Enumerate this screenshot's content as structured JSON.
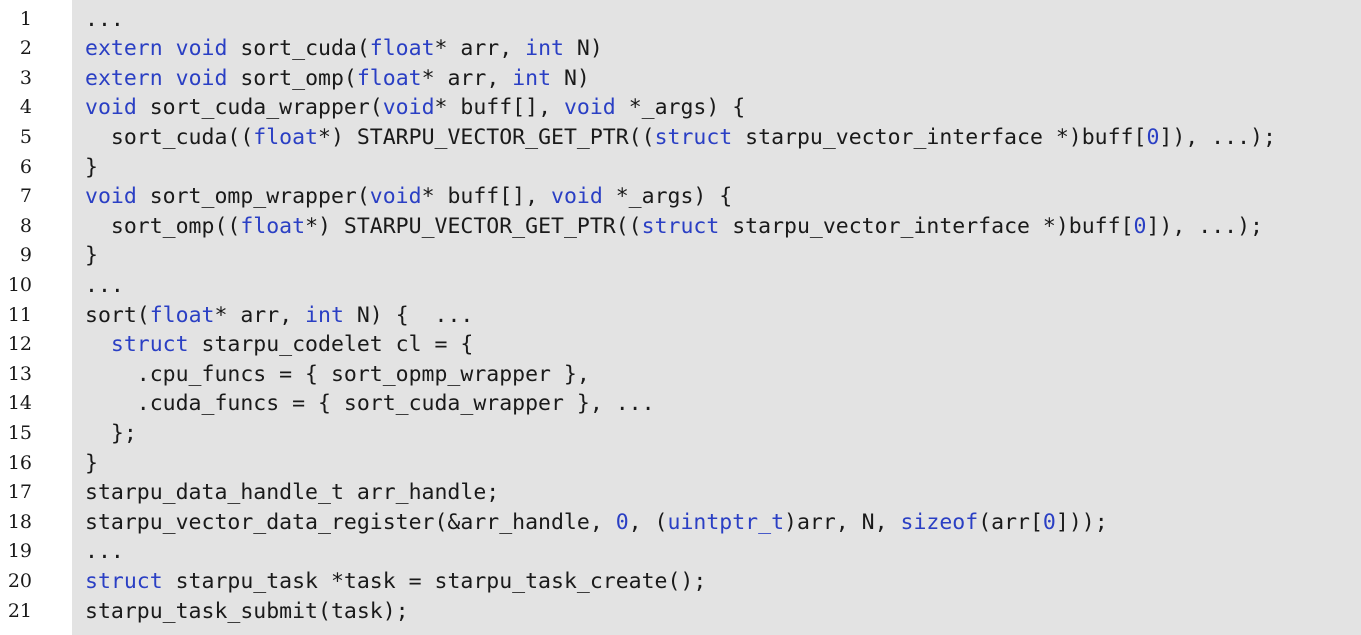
{
  "colors": {
    "keyword": "#2a3fc4",
    "plain": "#1a1a1a",
    "background": "#e3e3e3"
  },
  "lines": [
    {
      "num": "1",
      "tokens": [
        {
          "t": "..."
        }
      ]
    },
    {
      "num": "2",
      "tokens": [
        {
          "t": "extern",
          "k": true
        },
        {
          "t": " "
        },
        {
          "t": "void",
          "k": true
        },
        {
          "t": " sort_cuda("
        },
        {
          "t": "float",
          "k": true
        },
        {
          "t": "* arr, "
        },
        {
          "t": "int",
          "k": true
        },
        {
          "t": " N)"
        }
      ]
    },
    {
      "num": "3",
      "tokens": [
        {
          "t": "extern",
          "k": true
        },
        {
          "t": " "
        },
        {
          "t": "void",
          "k": true
        },
        {
          "t": " sort_omp("
        },
        {
          "t": "float",
          "k": true
        },
        {
          "t": "* arr, "
        },
        {
          "t": "int",
          "k": true
        },
        {
          "t": " N)"
        }
      ]
    },
    {
      "num": "4",
      "tokens": [
        {
          "t": "void",
          "k": true
        },
        {
          "t": " sort_cuda_wrapper("
        },
        {
          "t": "void",
          "k": true
        },
        {
          "t": "* buff[], "
        },
        {
          "t": "void",
          "k": true
        },
        {
          "t": " *_args) {"
        }
      ]
    },
    {
      "num": "5",
      "tokens": [
        {
          "t": "  sort_cuda(("
        },
        {
          "t": "float",
          "k": true
        },
        {
          "t": "*) STARPU_VECTOR_GET_PTR(("
        },
        {
          "t": "struct",
          "k": true
        },
        {
          "t": " starpu_vector_interface *)buff["
        },
        {
          "t": "0",
          "k": true
        },
        {
          "t": "]), ...);"
        }
      ]
    },
    {
      "num": "6",
      "tokens": [
        {
          "t": "}"
        }
      ]
    },
    {
      "num": "7",
      "tokens": [
        {
          "t": "void",
          "k": true
        },
        {
          "t": " sort_omp_wrapper("
        },
        {
          "t": "void",
          "k": true
        },
        {
          "t": "* buff[], "
        },
        {
          "t": "void",
          "k": true
        },
        {
          "t": " *_args) {"
        }
      ]
    },
    {
      "num": "8",
      "tokens": [
        {
          "t": "  sort_omp(("
        },
        {
          "t": "float",
          "k": true
        },
        {
          "t": "*) STARPU_VECTOR_GET_PTR(("
        },
        {
          "t": "struct",
          "k": true
        },
        {
          "t": " starpu_vector_interface *)buff["
        },
        {
          "t": "0",
          "k": true
        },
        {
          "t": "]), ...);"
        }
      ]
    },
    {
      "num": "9",
      "tokens": [
        {
          "t": "}"
        }
      ]
    },
    {
      "num": "10",
      "tokens": [
        {
          "t": "..."
        }
      ]
    },
    {
      "num": "11",
      "tokens": [
        {
          "t": "sort("
        },
        {
          "t": "float",
          "k": true
        },
        {
          "t": "* arr, "
        },
        {
          "t": "int",
          "k": true
        },
        {
          "t": " N) {  ..."
        }
      ]
    },
    {
      "num": "12",
      "tokens": [
        {
          "t": "  "
        },
        {
          "t": "struct",
          "k": true
        },
        {
          "t": " starpu_codelet cl = {"
        }
      ]
    },
    {
      "num": "13",
      "tokens": [
        {
          "t": "    .cpu_funcs = { sort_opmp_wrapper },"
        }
      ]
    },
    {
      "num": "14",
      "tokens": [
        {
          "t": "    .cuda_funcs = { sort_cuda_wrapper }, ..."
        }
      ]
    },
    {
      "num": "15",
      "tokens": [
        {
          "t": "  };"
        }
      ]
    },
    {
      "num": "16",
      "tokens": [
        {
          "t": "}"
        }
      ]
    },
    {
      "num": "17",
      "tokens": [
        {
          "t": "starpu_data_handle_t arr_handle;"
        }
      ]
    },
    {
      "num": "18",
      "tokens": [
        {
          "t": "starpu_vector_data_register(&arr_handle, "
        },
        {
          "t": "0",
          "k": true
        },
        {
          "t": ", ("
        },
        {
          "t": "uintptr_t",
          "k": true
        },
        {
          "t": ")arr, N, "
        },
        {
          "t": "sizeof",
          "k": true
        },
        {
          "t": "(arr["
        },
        {
          "t": "0",
          "k": true
        },
        {
          "t": "]));"
        }
      ]
    },
    {
      "num": "19",
      "tokens": [
        {
          "t": "..."
        }
      ]
    },
    {
      "num": "20",
      "tokens": [
        {
          "t": "struct",
          "k": true
        },
        {
          "t": " starpu_task *task = starpu_task_create();"
        }
      ]
    },
    {
      "num": "21",
      "tokens": [
        {
          "t": "starpu_task_submit(task);"
        }
      ]
    }
  ]
}
